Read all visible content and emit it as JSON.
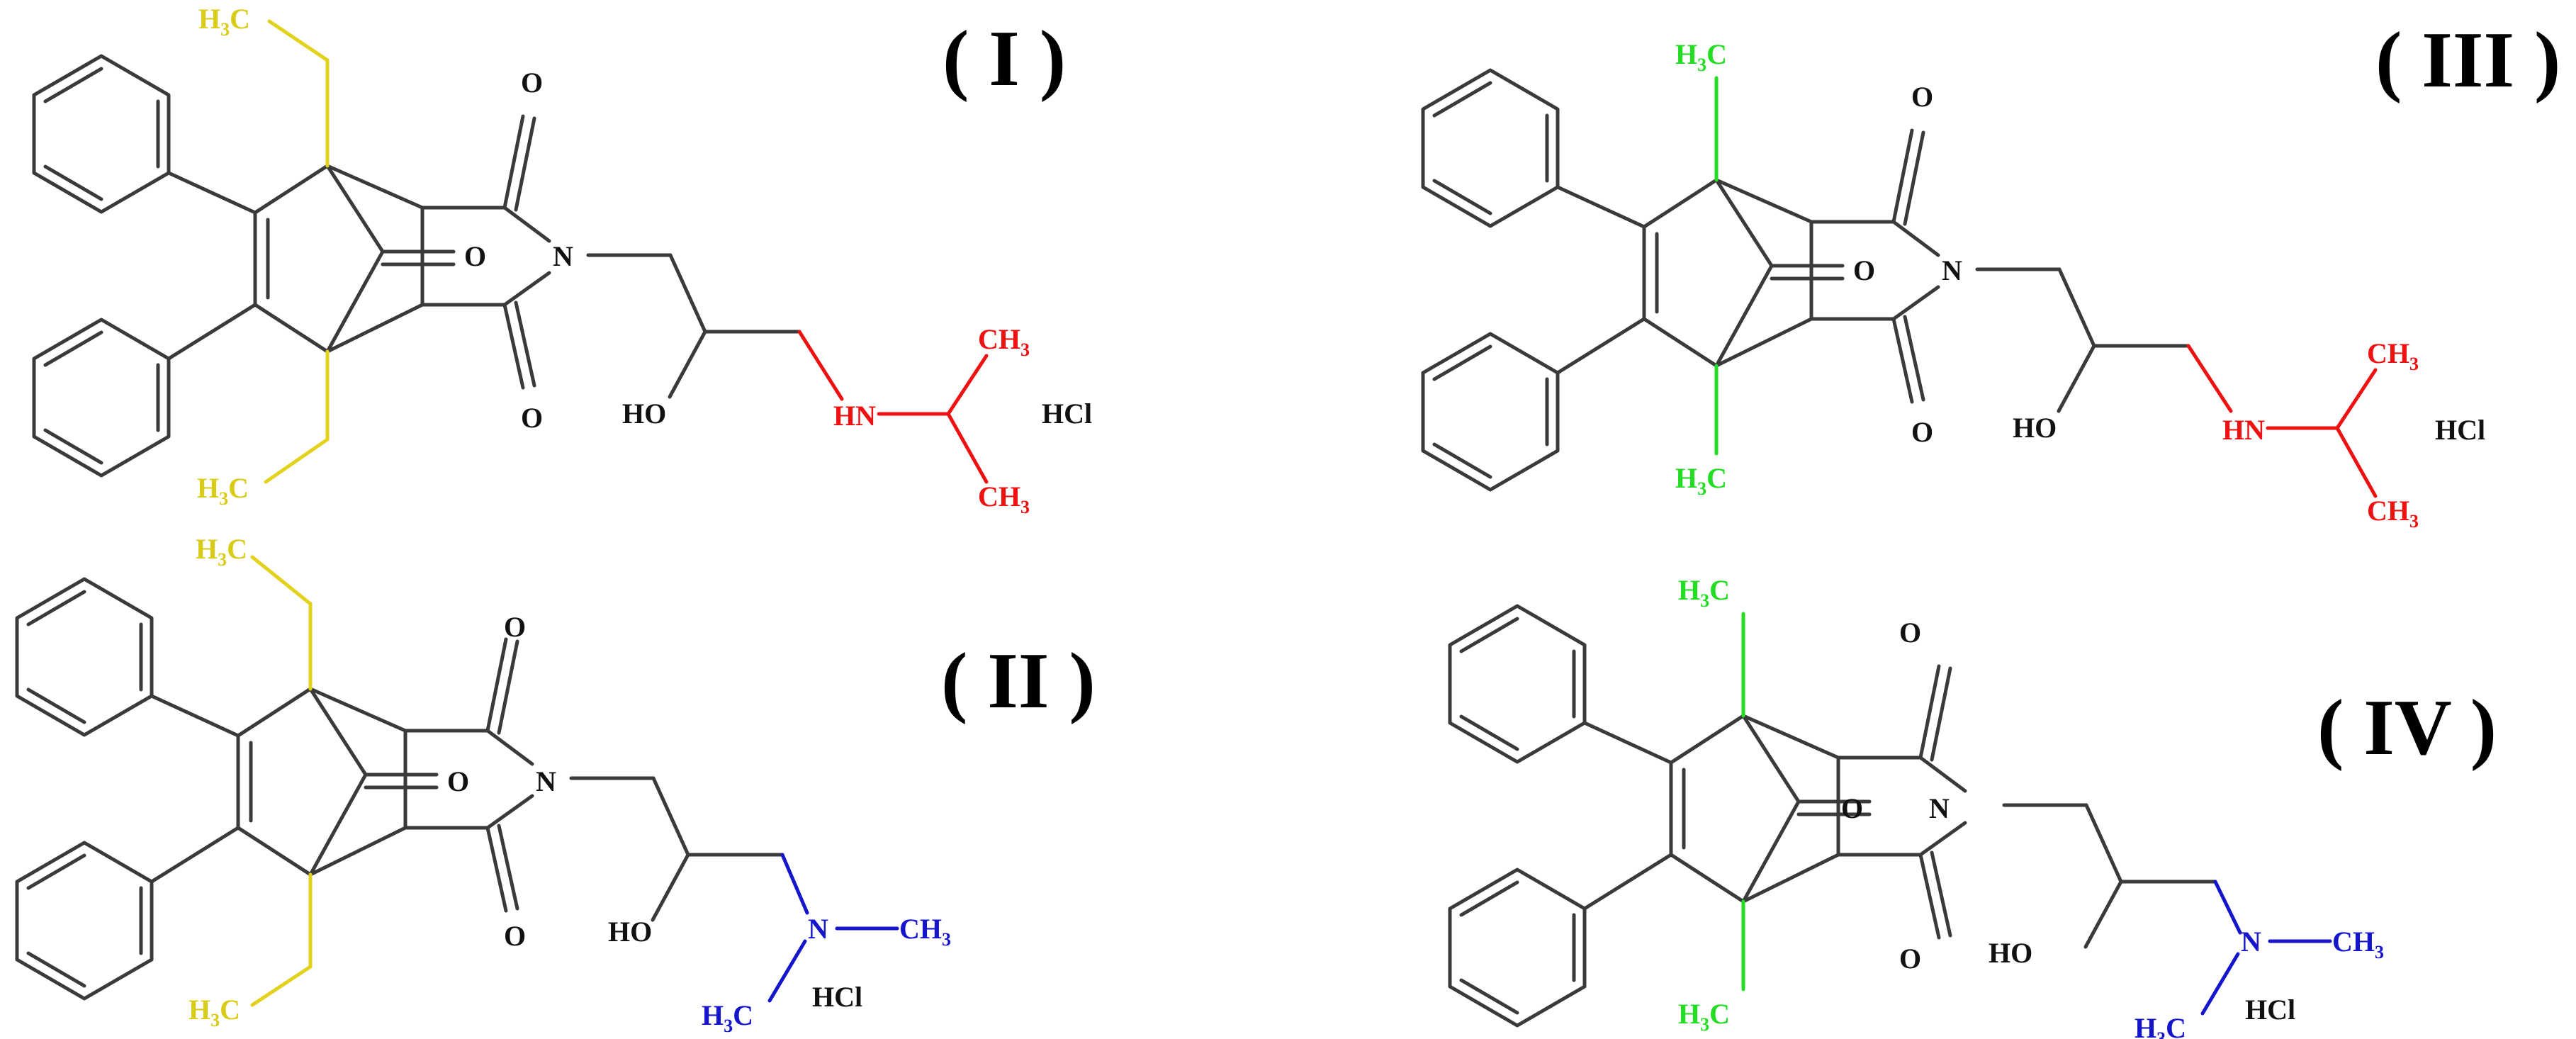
{
  "labels": {
    "I": "( I )",
    "II": "( II )",
    "III": "( III )",
    "IV": "( IV )"
  },
  "atoms": {
    "O": "O",
    "N": "N",
    "HO": "HO",
    "HN": "HN",
    "HCl": "HCl",
    "CH3": "CH3",
    "H3C": "H3C",
    "Nme": "N"
  },
  "colors": {
    "bond": "#3a3a3a",
    "ethyl": "#e3d21d",
    "methyl": "#22dd22",
    "isopropylamine": "#ee1111",
    "dimethylamine": "#1515cc"
  }
}
